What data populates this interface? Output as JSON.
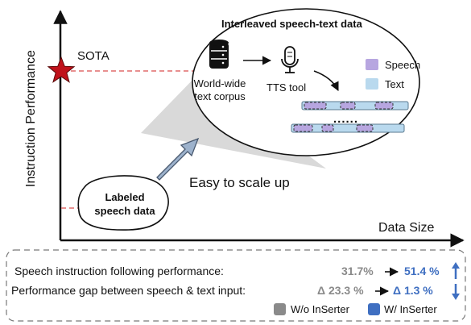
{
  "axes": {
    "y_label": "Instruction Performance",
    "x_label": "Data Size"
  },
  "sota_label": "SOTA",
  "panel": {
    "title": "Interleaved speech-text data",
    "source_label": "World-wide text corpus",
    "source_line1": "World-wide",
    "source_line2": "text corpus",
    "tts_label": "TTS tool",
    "ellipsis": "......",
    "legend": {
      "speech": "Speech",
      "text": "Text"
    }
  },
  "scale_label": "Easy to scale up",
  "labeled_data": {
    "line1": "Labeled",
    "line2": "speech data"
  },
  "metrics": [
    {
      "label": "Speech instruction following performance:",
      "without": "31.7%",
      "with": "51.4 %",
      "trend": "up"
    },
    {
      "label": "Performance gap between speech & text input:",
      "without": "Δ 23.3 %",
      "with": "Δ 1.3 %",
      "trend": "down"
    }
  ],
  "legend": {
    "without": "W/o InSerter",
    "with": "W/ InSerter"
  },
  "colors": {
    "speech": "#b7a6e0",
    "text": "#b9d9ee",
    "sota_star": "#c0121b",
    "dashed_line": "#e06c6c",
    "gray": "#8a8a8a",
    "blue": "#3f6fc1"
  }
}
